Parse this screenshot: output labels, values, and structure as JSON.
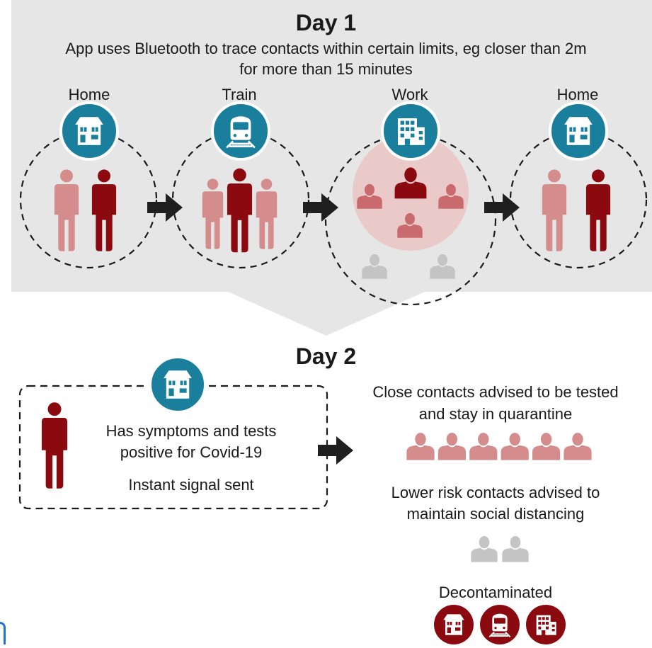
{
  "day1": {
    "title": "Day 1",
    "subtitle_line1": "App uses Bluetooth to trace contacts within certain limits, eg closer than 2m",
    "subtitle_line2": "for more than 15 minutes",
    "places": [
      {
        "label": "Home",
        "icon": "house-icon"
      },
      {
        "label": "Train",
        "icon": "train-icon"
      },
      {
        "label": "Work",
        "icon": "office-building-icon"
      },
      {
        "label": "Home",
        "icon": "house-icon"
      }
    ]
  },
  "day2": {
    "title": "Day 2",
    "event_line1": "Has symptoms and tests",
    "event_line2": "positive for Covid-19",
    "signal": "Instant signal sent",
    "close_contacts_line1": "Close contacts advised to be tested",
    "close_contacts_line2": "and stay in quarantine",
    "lower_risk_line1": "Lower risk contacts advised to",
    "lower_risk_line2": "maintain social distancing",
    "decontaminated": "Decontaminated",
    "close_contacts_count": 6,
    "lower_risk_count": 2
  },
  "colors": {
    "panel_gray": "#e6e6e6",
    "teal": "#1a7f9c",
    "infected_red": "#8b0a10",
    "contact_pink": "#d48c8c",
    "work_pink": "#c96a6e",
    "work_zone": "#eac9c9",
    "low_risk_gray": "#c4c4c4",
    "arrow": "#1f1f1f"
  }
}
